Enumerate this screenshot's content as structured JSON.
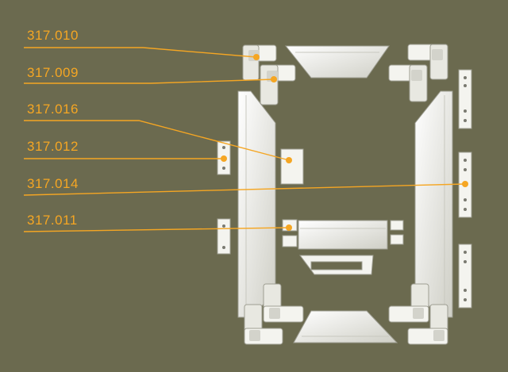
{
  "colors": {
    "background": "#6b6a4f",
    "accent": "#f5a623",
    "part_fill": "#f4f4ef",
    "part_shade": "#d3d3cb",
    "part_edge": "#9e9e92"
  },
  "labels": [
    {
      "code": "317.010"
    },
    {
      "code": "317.009"
    },
    {
      "code": "317.016"
    },
    {
      "code": "317.012"
    },
    {
      "code": "317.014"
    },
    {
      "code": "317.011"
    }
  ]
}
